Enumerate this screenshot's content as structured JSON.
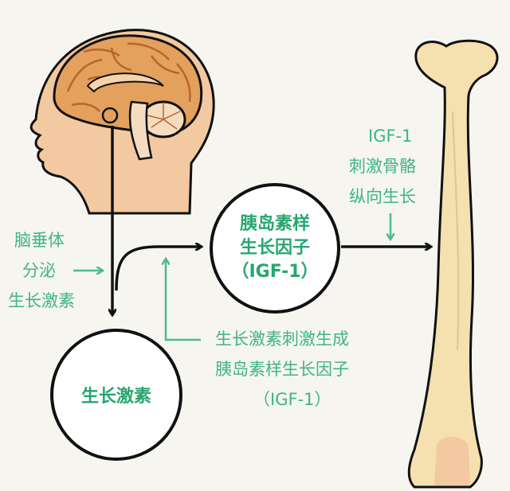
{
  "colors": {
    "accent_text": "#3fb488",
    "circle_text": "#27a66f",
    "arrow_dark": "#111111",
    "arrow_green": "#4cbb8f",
    "skin": "#f2c9a0",
    "brain": "#e3a15d",
    "bone": "#f5e0b0"
  },
  "icons": {
    "head": "human-head-brain-icon",
    "bone": "femur-bone-icon"
  },
  "pituitary_label": {
    "line1": "脑垂体",
    "line2": "分泌",
    "line3": "生长激素"
  },
  "igf_circle": {
    "line1": "胰岛素样",
    "line2": "生长因子",
    "line3": "（IGF-1）"
  },
  "gh_circle": {
    "label": "生长激素"
  },
  "gh_note": {
    "line1": "生长激素刺激生成",
    "line2": "胰岛素样生长因子",
    "line3": "（IGF-1）"
  },
  "bone_note": {
    "line1": "IGF-1",
    "line2": "刺激骨骼",
    "line3": "纵向生长"
  }
}
